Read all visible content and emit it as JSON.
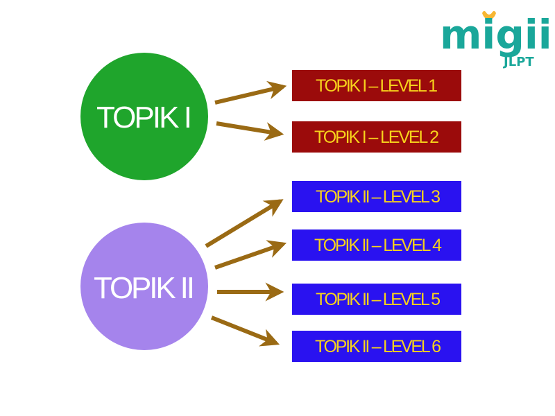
{
  "logo": {
    "brand": "migii",
    "sub": "JLPT"
  },
  "colors": {
    "topik1": "#1fa52c",
    "topik2": "#a584ec",
    "level_red": "#9b0b0b",
    "level_blue": "#2a12f0",
    "label": "#f7d21c",
    "arrow": "#9a6a14",
    "logo": "#1aa79a",
    "logo_accent": "#f7b733"
  },
  "groups": [
    {
      "label": "TOPIK I",
      "levels": [
        "TOPIK I – LEVEL 1",
        "TOPIK I – LEVEL 2"
      ]
    },
    {
      "label": "TOPIK II",
      "levels": [
        "TOPIK II – LEVEL 3",
        "TOPIK II – LEVEL 4",
        "TOPIK II – LEVEL 5",
        "TOPIK II – LEVEL 6"
      ]
    }
  ]
}
